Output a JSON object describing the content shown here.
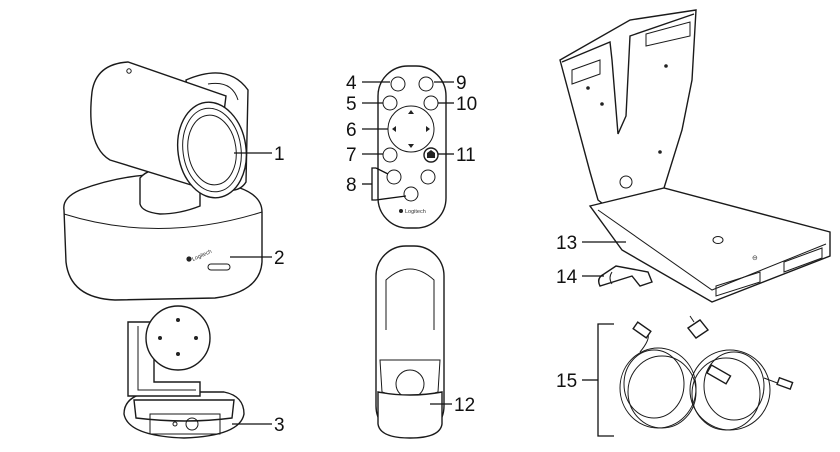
{
  "brand": {
    "camera_logo": "Logitech",
    "remote_logo": "Logitech"
  },
  "callouts": [
    "1",
    "2",
    "3",
    "4",
    "5",
    "6",
    "7",
    "8",
    "9",
    "10",
    "11",
    "12",
    "13",
    "14",
    "15"
  ]
}
